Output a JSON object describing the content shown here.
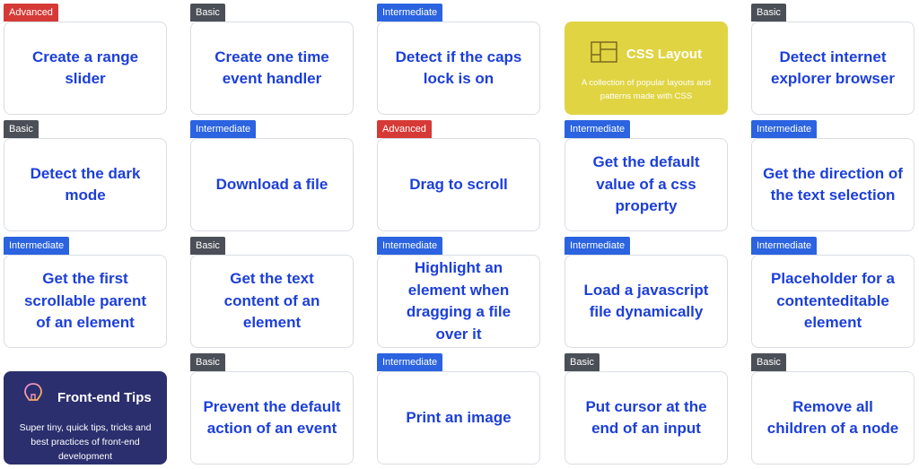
{
  "cards": [
    {
      "level": "Advanced",
      "title": "Create a range slider"
    },
    {
      "level": "Basic",
      "title": "Create one time event handler"
    },
    {
      "level": "Intermediate",
      "title": "Detect if the caps lock is on"
    },
    {
      "level": "Basic",
      "title": "Detect internet explorer browser"
    },
    {
      "level": "Basic",
      "title": "Detect the dark mode"
    },
    {
      "level": "Intermediate",
      "title": "Download a file"
    },
    {
      "level": "Advanced",
      "title": "Drag to scroll"
    },
    {
      "level": "Intermediate",
      "title": "Get the default value of a css property"
    },
    {
      "level": "Intermediate",
      "title": "Get the direction of the text selection"
    },
    {
      "level": "Intermediate",
      "title": "Get the first scrollable parent of an element"
    },
    {
      "level": "Basic",
      "title": "Get the text content of an element"
    },
    {
      "level": "Intermediate",
      "title": "Highlight an element when dragging a file over it"
    },
    {
      "level": "Intermediate",
      "title": "Load a javascript file dynamically"
    },
    {
      "level": "Intermediate",
      "title": "Placeholder for a contenteditable element"
    },
    {
      "level": "Basic",
      "title": "Prevent the default action of an event"
    },
    {
      "level": "Intermediate",
      "title": "Print an image"
    },
    {
      "level": "Basic",
      "title": "Put cursor at the end of an input"
    },
    {
      "level": "Basic",
      "title": "Remove all children of a node"
    }
  ],
  "promo_css": {
    "title": "CSS Layout",
    "description": "A collection of popular layouts and patterns made with CSS",
    "icon": "layout-grid-icon",
    "background": "#e0d443"
  },
  "promo_tips": {
    "title": "Front-end Tips",
    "description": "Super tiny, quick tips, tricks and best practices of front-end development",
    "icon": "lightbulb-icon",
    "background": "#2b2f6e"
  },
  "colors": {
    "advanced": "#d63a36",
    "basic": "#4b4f57",
    "intermediate": "#2b63e0",
    "title": "#1c3fd8"
  }
}
